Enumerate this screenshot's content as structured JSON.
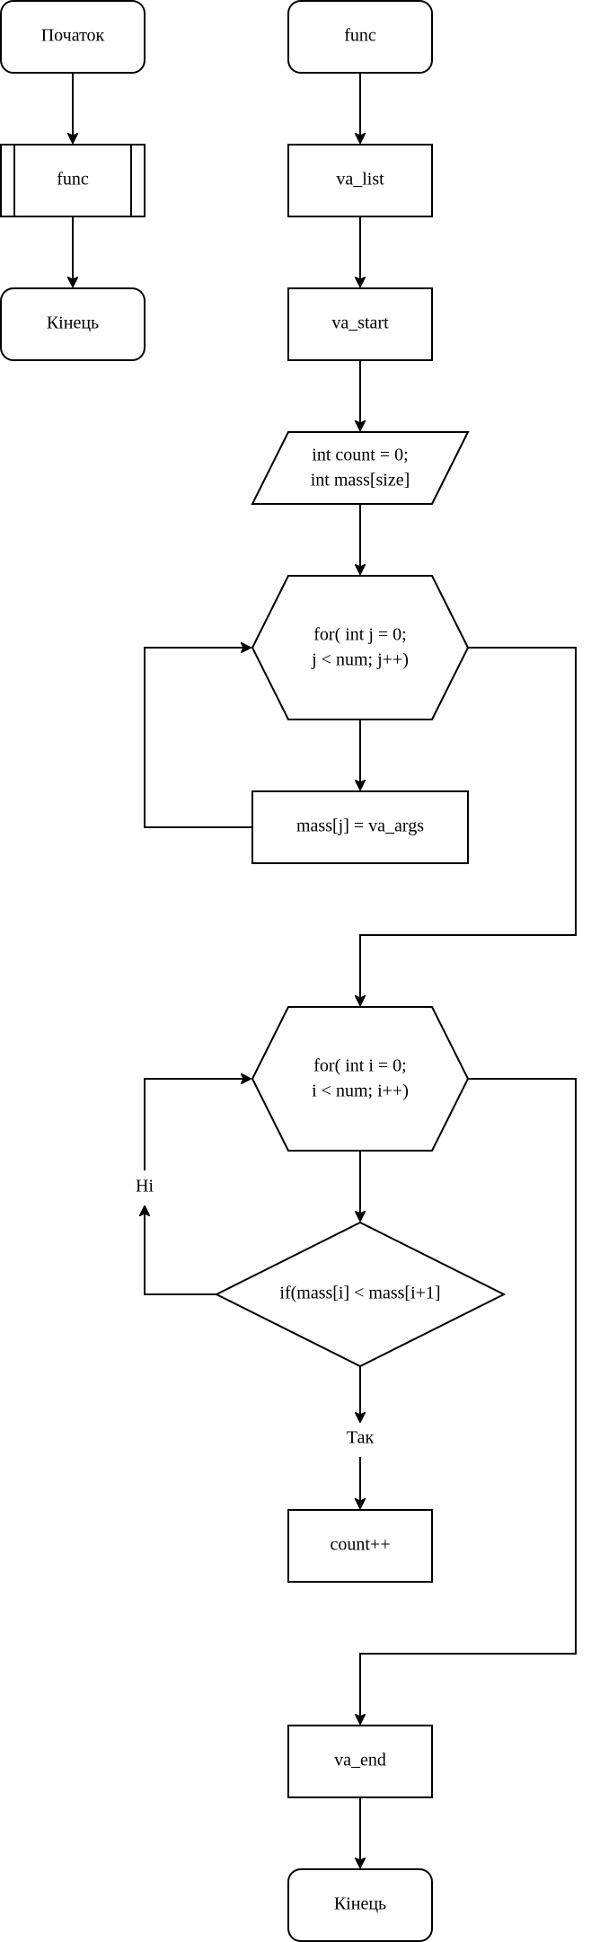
{
  "left_flow": {
    "start": "Початок",
    "call": "func",
    "end": "Кінець"
  },
  "right_flow": {
    "entry": "func",
    "va_list": "va_list",
    "va_start": "va_start",
    "declarations": [
      "int count = 0;",
      "int mass[size]"
    ],
    "loop_j": [
      "for( int j = 0;",
      "j < num; j++)"
    ],
    "assign": "mass[j] = va_args",
    "loop_i": [
      "for( int i = 0;",
      "i < num; i++)"
    ],
    "condition": "if(mass[i] < mass[i+1]",
    "branch_no": "Ні",
    "branch_yes": "Так",
    "increment": "count++",
    "va_end": "va_end",
    "end": "Кінець"
  }
}
